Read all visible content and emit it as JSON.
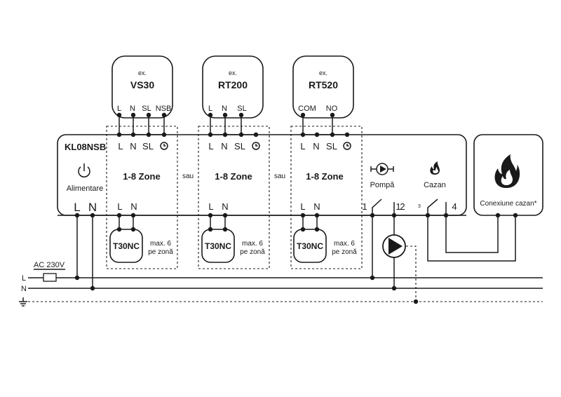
{
  "controller": {
    "label": "KL08NSB",
    "power_label": "Alimentare",
    "power_icon": "power-icon",
    "terminals": [
      "L",
      "N"
    ]
  },
  "zones": [
    {
      "device_prefix": "ex.",
      "device_name": "VS30",
      "device_terminals": [
        "L",
        "N",
        "SL",
        "NSB"
      ],
      "zone_terminals": [
        "L",
        "N",
        "SL"
      ],
      "zone_label": "1-8 Zone",
      "actuator_terminals": [
        "L",
        "N"
      ],
      "actuator": "T30NC",
      "max_line1": "max. 6",
      "max_line2": "pe zonă"
    },
    {
      "device_prefix": "ex.",
      "device_name": "RT200",
      "device_terminals": [
        "L",
        "N",
        "SL"
      ],
      "zone_terminals": [
        "L",
        "N",
        "SL"
      ],
      "zone_label": "1-8 Zone",
      "actuator_terminals": [
        "L",
        "N"
      ],
      "actuator": "T30NC",
      "max_line1": "max. 6",
      "max_line2": "pe zonă"
    },
    {
      "device_prefix": "ex.",
      "device_name": "RT520",
      "device_terminals": [
        "COM",
        "NO"
      ],
      "zone_terminals": [
        "L",
        "N",
        "SL"
      ],
      "zone_label": "1-8 Zone",
      "actuator_terminals": [
        "L",
        "N"
      ],
      "actuator": "T30NC",
      "max_line1": "max. 6",
      "max_line2": "pe zonă"
    }
  ],
  "separator": "sau",
  "pump": {
    "label": "Pompă",
    "icon": "pump-icon",
    "terminals": [
      "1",
      "2"
    ]
  },
  "boiler": {
    "label": "Cazan",
    "icon": "flame-icon",
    "terminals": [
      "3",
      "4"
    ]
  },
  "boiler_connection": {
    "label": "Conexiune cazan*",
    "icon": "flame-icon"
  },
  "mains": {
    "supply": "AC 230V",
    "lines": [
      "L",
      "N"
    ],
    "earth_icon": "ground-icon"
  },
  "colors": {
    "line": "#1a1a1a",
    "background": "#ffffff"
  }
}
